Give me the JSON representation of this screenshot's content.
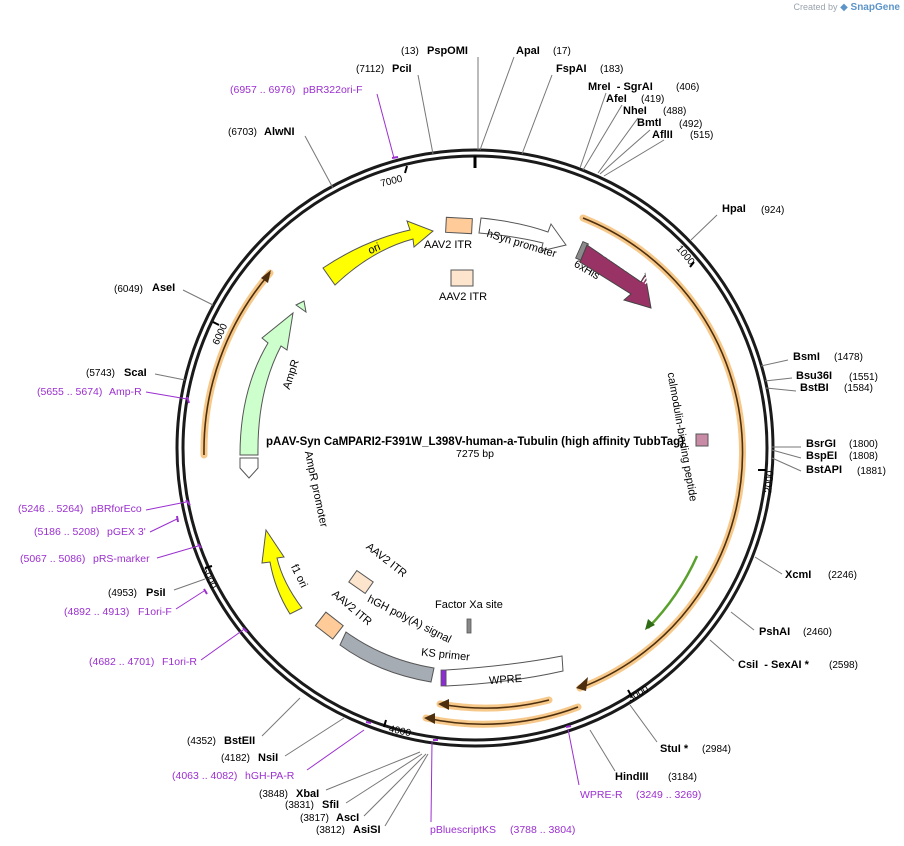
{
  "brand": {
    "prefix": "Created by",
    "name": "SnapGene"
  },
  "plasmid": {
    "name": "pAAV-Syn CaMPARI2-F391W_L398V-human-a-Tubulin (high affinity TubbTag)",
    "length_label": "7275 bp"
  },
  "scale_ticks": [
    "1000",
    "2000",
    "3000",
    "4000",
    "5000",
    "6000",
    "7000"
  ],
  "enzymes": [
    {
      "name": "PspOMI",
      "pos": "(13)"
    },
    {
      "name": "ApaI",
      "pos": "(17)"
    },
    {
      "name": "PciI",
      "pos": "(7112)"
    },
    {
      "name": "FspAI",
      "pos": "(183)"
    },
    {
      "name": "MreI  - SgrAI",
      "pos": "(406)"
    },
    {
      "name": "AfeI",
      "pos": "(419)"
    },
    {
      "name": "NheI",
      "pos": "(488)"
    },
    {
      "name": "BmtI",
      "pos": "(492)"
    },
    {
      "name": "AflII",
      "pos": "(515)"
    },
    {
      "name": "AlwNI",
      "pos": "(6703)"
    },
    {
      "name": "HpaI",
      "pos": "(924)"
    },
    {
      "name": "AseI",
      "pos": "(6049)"
    },
    {
      "name": "BsmI",
      "pos": "(1478)"
    },
    {
      "name": "Bsu36I",
      "pos": "(1551)"
    },
    {
      "name": "BstBI",
      "pos": "(1584)"
    },
    {
      "name": "ScaI",
      "pos": "(5743)"
    },
    {
      "name": "BsrGI",
      "pos": "(1800)"
    },
    {
      "name": "BspEI",
      "pos": "(1808)"
    },
    {
      "name": "BstAPI",
      "pos": "(1881)"
    },
    {
      "name": "PsiI",
      "pos": "(4953)"
    },
    {
      "name": "XcmI",
      "pos": "(2246)"
    },
    {
      "name": "PshAI",
      "pos": "(2460)"
    },
    {
      "name": "CsiI  - SexAI *",
      "pos": "(2598)"
    },
    {
      "name": "StuI *",
      "pos": "(2984)"
    },
    {
      "name": "HindIII",
      "pos": "(3184)"
    },
    {
      "name": "BstEII",
      "pos": "(4352)"
    },
    {
      "name": "NsiI",
      "pos": "(4182)"
    },
    {
      "name": "XbaI",
      "pos": "(3848)"
    },
    {
      "name": "SfiI",
      "pos": "(3831)"
    },
    {
      "name": "AscI",
      "pos": "(3817)"
    },
    {
      "name": "AsiSI",
      "pos": "(3812)"
    }
  ],
  "primers": [
    {
      "name": "pBR322ori-F",
      "range": "(6957 .. 6976)"
    },
    {
      "name": "Amp-R",
      "range": "(5655 .. 5674)"
    },
    {
      "name": "pBRforEco",
      "range": "(5246 .. 5264)"
    },
    {
      "name": "pGEX 3'",
      "range": "(5186 .. 5208)"
    },
    {
      "name": "pRS-marker",
      "range": "(5067 .. 5086)"
    },
    {
      "name": "F1ori-F",
      "range": "(4892 .. 4913)"
    },
    {
      "name": "F1ori-R",
      "range": "(4682 .. 4701)"
    },
    {
      "name": "hGH-PA-R",
      "range": "(4063 .. 4082)"
    },
    {
      "name": "pBluescriptKS",
      "range": "(3788 .. 3804)"
    },
    {
      "name": "WPRE-R",
      "range": "(3249 .. 3269)"
    }
  ],
  "features": {
    "ori": "ori",
    "aav2_itr": "AAV2 ITR",
    "hsyn_promoter": "hSyn promoter",
    "sixhis": "6xHis",
    "calmodulin": "calmodulin",
    "ampr": "AmpR",
    "ampr_promoter": "AmpR promoter",
    "cbp": "calmodulin-binding peptide",
    "f1ori": "f1 ori",
    "factor_xa": "Factor Xa site",
    "hgh_polya": "hGH poly(A) signal",
    "ks_primer": "KS primer",
    "wpre": "WPRE"
  },
  "colors": {
    "backbone": "#1a1a1a",
    "enzyme_text": "#000000",
    "primer": "#9b2fd0",
    "ori": "#ffff00",
    "itr": "#ffcc99",
    "ampr": "#ccffcc",
    "calmodulin": "#993366",
    "cds_highlight": "#f6c88a",
    "orf_line": "#4d2f0f",
    "green_orf": "#5aa02c",
    "polya": "#a6acb3",
    "wpre": "#ffffff"
  }
}
